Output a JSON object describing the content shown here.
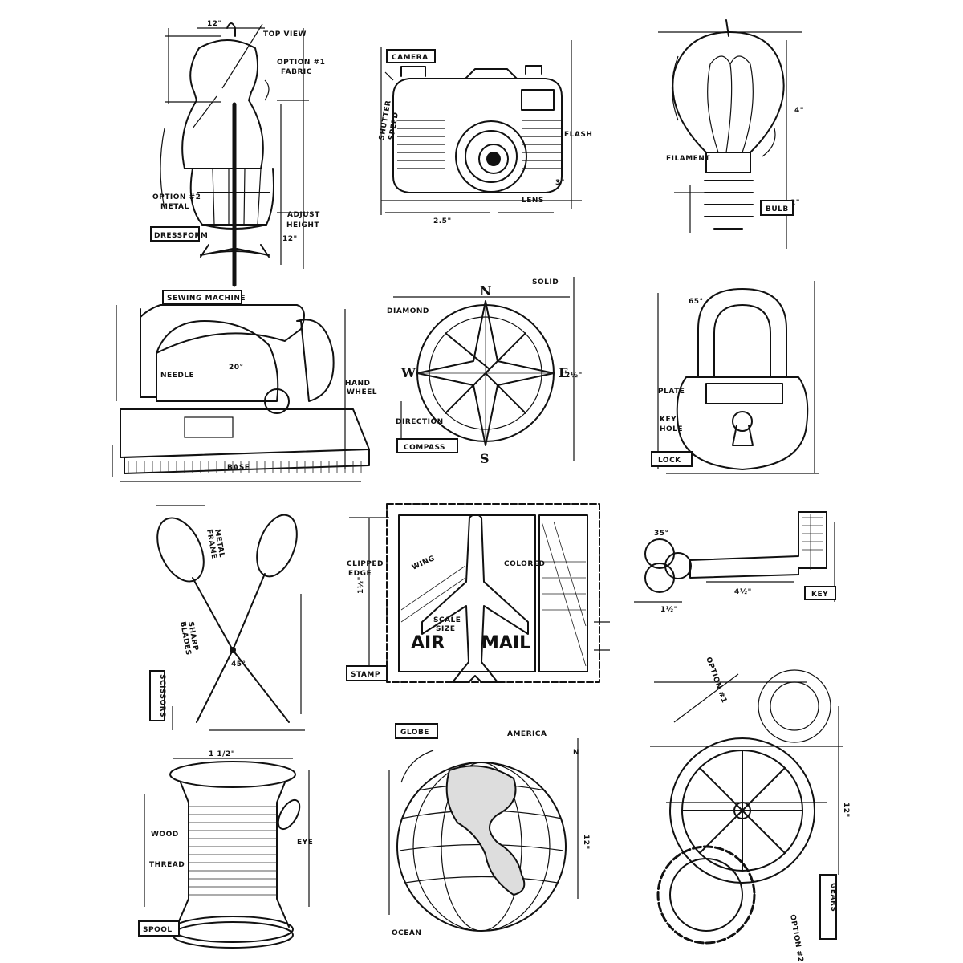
{
  "panels": {
    "dressform": {
      "title": "DRESSFORM",
      "notes": [
        "TOP VIEW",
        "OPTION #1",
        "FABRIC",
        "OPTION #2",
        "METAL",
        "ADJUST",
        "HEIGHT",
        "12\"",
        "12\""
      ]
    },
    "camera": {
      "title": "CAMERA",
      "notes": [
        "SHUTTER",
        "SPEED",
        "FLASH",
        "LENS",
        "2.5\"",
        "3\""
      ]
    },
    "bulb": {
      "title": "BULB",
      "notes": [
        "FILAMENT",
        "4\"",
        "2\""
      ]
    },
    "sewing_machine": {
      "title": "SEWING MACHINE",
      "notes": [
        "NEEDLE",
        "HAND",
        "WHEEL",
        "BASE",
        "20°"
      ]
    },
    "compass": {
      "title": "COMPASS",
      "notes": [
        "DIAMOND",
        "SOLID",
        "DIRECTION",
        "N",
        "S",
        "E",
        "W",
        "2½\""
      ]
    },
    "lock": {
      "title": "LOCK",
      "notes": [
        "PLATE",
        "KEY",
        "HOLE",
        "65°"
      ]
    },
    "scissors": {
      "title": "SCISSORS",
      "notes": [
        "METAL",
        "FRAME",
        "SHARP",
        "BLADES",
        "45°"
      ]
    },
    "stamp": {
      "title": "STAMP",
      "notes": [
        "CLIPPED",
        "EDGE",
        "WING",
        "SCALE",
        "SIZE",
        "COLORED",
        "AIR",
        "MAIL",
        "1½\""
      ]
    },
    "key": {
      "title": "KEY",
      "notes": [
        "35°",
        "4½\"",
        "1½\""
      ]
    },
    "spool": {
      "title": "SPOOL",
      "notes": [
        "1 1/2\"",
        "WOOD",
        "THREAD",
        "EYE"
      ]
    },
    "globe": {
      "title": "GLOBE",
      "notes": [
        "AMERICA",
        "OCEAN",
        "N",
        "12\""
      ]
    },
    "gears": {
      "title": "GEARS",
      "notes": [
        "OPTION #1",
        "OPTION #2",
        "12\""
      ]
    }
  }
}
